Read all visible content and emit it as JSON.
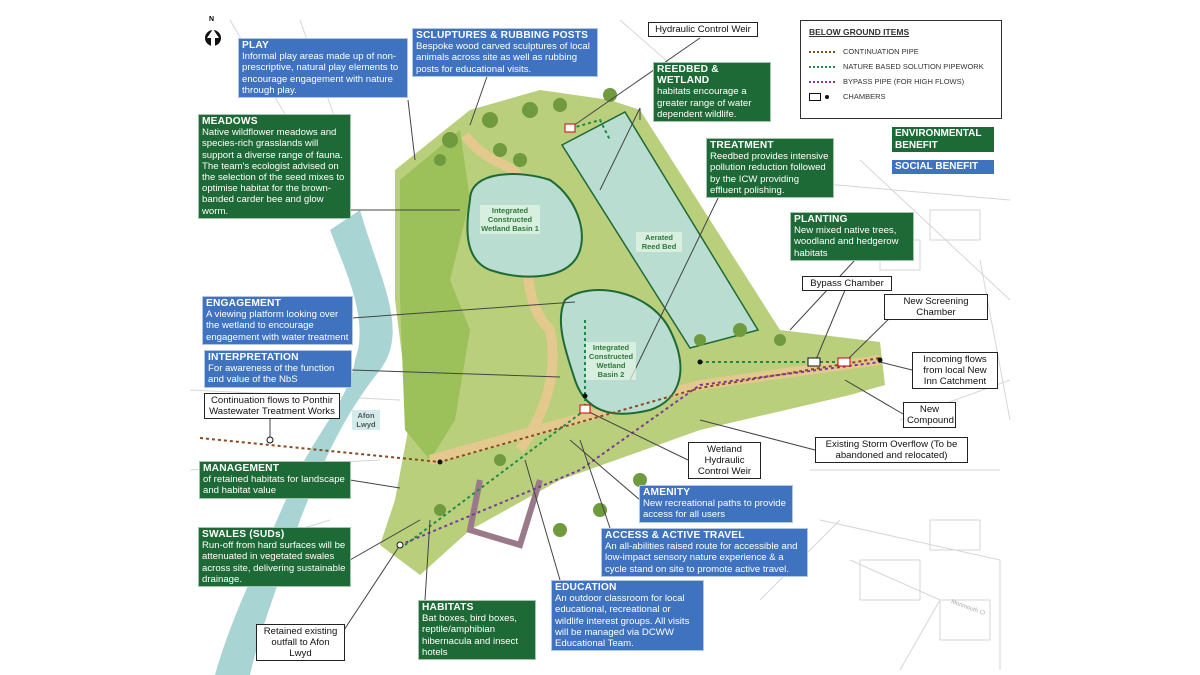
{
  "north_label": "N",
  "legend": {
    "title": "BELOW GROUND ITEMS",
    "items": [
      {
        "label": "CONTINUATION PIPE",
        "color": "#8a4a22"
      },
      {
        "label": "NATURE BASED SOLUTION PIPEWORK",
        "color": "#1e8a4a"
      },
      {
        "label": "BYPASS PIPE (FOR HIGH FLOWS)",
        "color": "#7a3a9a"
      },
      {
        "label": "CHAMBERS"
      }
    ]
  },
  "key": {
    "environmental": "ENVIRONMENTAL BENEFIT",
    "social": "SOCIAL BENEFIT",
    "env_color": "#1e6a36",
    "social_color": "#3f73c0"
  },
  "boxes": {
    "play": {
      "title": "PLAY",
      "text": "Informal play areas made up of non-prescriptive, natural play elements to encourage engagement with nature through play."
    },
    "sculptures": {
      "title": "SCLUPTURES & RUBBING POSTS",
      "text": "Bespoke wood carved sculptures of local animals across site as well as rubbing posts for educational visits."
    },
    "reedbed": {
      "title": "REEDBED & WETLAND",
      "text": "habitats encourage a greater range of water dependent wildlife."
    },
    "meadows": {
      "title": "MEADOWS",
      "text": "Native wildflower meadows and species-rich grasslands will support a diverse range of fauna. The team's ecologist advised on the selection of the seed mixes to optimise habitat for the brown-banded carder bee and glow worm."
    },
    "treatment": {
      "title": "TREATMENT",
      "text": "Reedbed provides intensive pollution reduction followed by the ICW providing effluent polishing."
    },
    "planting": {
      "title": "PLANTING",
      "text": "New mixed native trees, woodland and hedgerow habitats"
    },
    "engagement": {
      "title": "ENGAGEMENT",
      "text": "A viewing platform looking over the wetland to encourage engagement with water treatment"
    },
    "interpretation": {
      "title": "INTERPRETATION",
      "text": "For awareness of the function and value of the NbS"
    },
    "management": {
      "title": "MANAGEMENT",
      "text": "of retained habitats for landscape and habitat value"
    },
    "amenity": {
      "title": "AMENITY",
      "text": "New recreational paths to provide access for all users"
    },
    "access": {
      "title": "ACCESS & ACTIVE TRAVEL",
      "text": "An all-abilities raised route for accessible and low-impact sensory nature experience & a cycle stand on site to promote active travel."
    },
    "swales": {
      "title": "SWALES (SUDs)",
      "text": "Run-off from hard surfaces will be attenuated in vegetated swales across site, delivering sustainable drainage."
    },
    "education": {
      "title": "EDUCATION",
      "text": "An outdoor classroom for local educational, recreational or wildlife interest groups. All visits will be managed via DCWW Educational Team."
    },
    "habitats": {
      "title": "HABITATS",
      "text": "Bat boxes, bird boxes, reptile/amphibian hibernacula and insect hotels"
    }
  },
  "callouts": {
    "hydraulic_weir": "Hydraulic Control Weir",
    "bypass_chamber": "Bypass Chamber",
    "screening_chamber": "New Screening Chamber",
    "incoming_flows": "Incoming flows from local New Inn Catchment",
    "new_compound": "New Compound",
    "storm_overflow": "Existing Storm Overflow (To be abandoned and relocated)",
    "wetland_weir": "Wetland Hydraulic Control Weir",
    "continuation_flows": "Continuation flows to Ponthir Wastewater Treatment Works",
    "retained_outfall": "Retained existing outfall to Afon Lwyd"
  },
  "map_labels": {
    "basin1": "Integrated Constructed Wetland Basin 1",
    "basin2": "Integrated Constructed Wetland Basin 2",
    "reed_bed": "Aerated Reed Bed",
    "river": "Afon Lwyd",
    "street": "Monmouth Cl"
  }
}
